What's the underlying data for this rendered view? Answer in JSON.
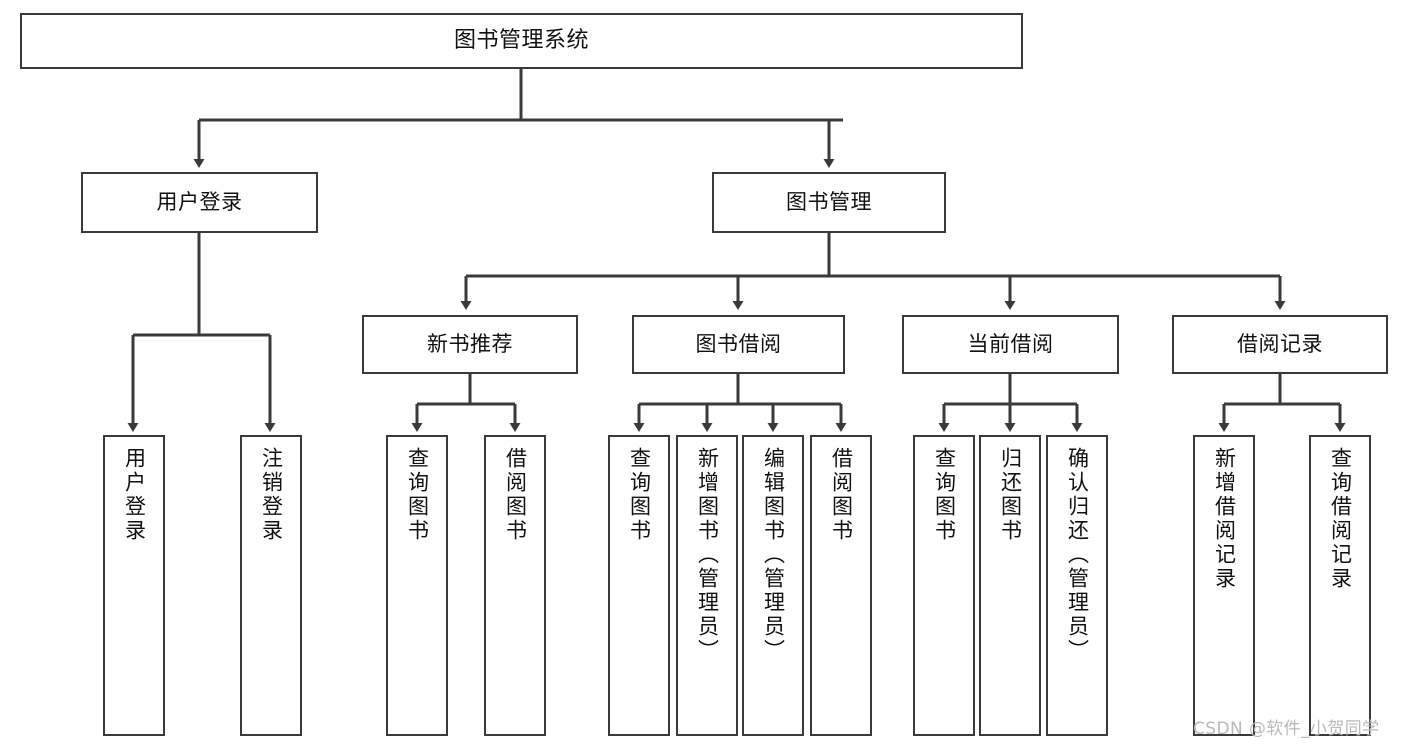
{
  "diagram": {
    "title": "图书管理系统",
    "type": "tree-hierarchy-diagram",
    "colors": {
      "stroke": "#3a3a3a",
      "fill": "#ffffff",
      "text": "#111111",
      "watermark": "#b9b9b9"
    },
    "root": {
      "label": "图书管理系统"
    },
    "level1": [
      {
        "label": "用户登录"
      },
      {
        "label": "图书管理"
      }
    ],
    "level2": [
      {
        "label": "新书推荐"
      },
      {
        "label": "图书借阅"
      },
      {
        "label": "当前借阅"
      },
      {
        "label": "借阅记录"
      }
    ],
    "leaves": {
      "user_login": [
        {
          "label": "用户登录"
        },
        {
          "label": "注销登录"
        }
      ],
      "new_book_recommend": [
        {
          "label": "查询图书"
        },
        {
          "label": "借阅图书"
        }
      ],
      "book_borrow": [
        {
          "label": "查询图书"
        },
        {
          "label": "新增图书（管理员）"
        },
        {
          "label": "编辑图书（管理员）"
        },
        {
          "label": "借阅图书"
        }
      ],
      "current_borrow": [
        {
          "label": "查询图书"
        },
        {
          "label": "归还图书"
        },
        {
          "label": "确认归还（管理员）"
        }
      ],
      "borrow_record": [
        {
          "label": "新增借阅记录"
        },
        {
          "label": "查询借阅记录"
        }
      ]
    }
  },
  "watermark": {
    "text": "CSDN @软件_小贺同学"
  }
}
